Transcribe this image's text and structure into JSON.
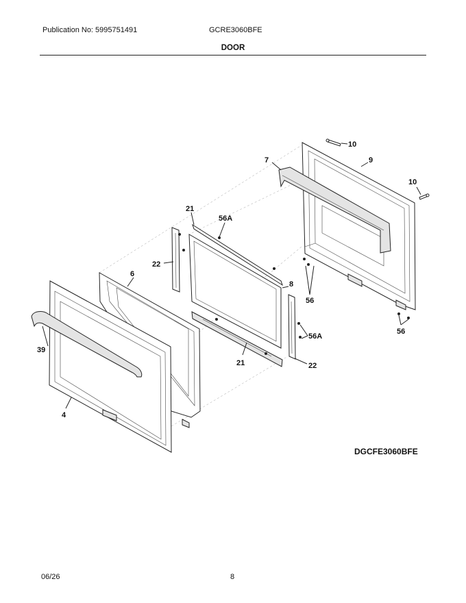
{
  "header": {
    "publication": "Publication No: 5995751491",
    "model": "GCRE3060BFE",
    "section": "DOOR"
  },
  "diagram": {
    "callouts": [
      "10",
      "9",
      "7",
      "10",
      "21",
      "56A",
      "22",
      "6",
      "8",
      "56",
      "56",
      "56A",
      "39",
      "21",
      "22",
      "4"
    ],
    "assembly_code": "DGCFE3060BFE"
  },
  "footer": {
    "date": "06/26",
    "page": "8"
  }
}
